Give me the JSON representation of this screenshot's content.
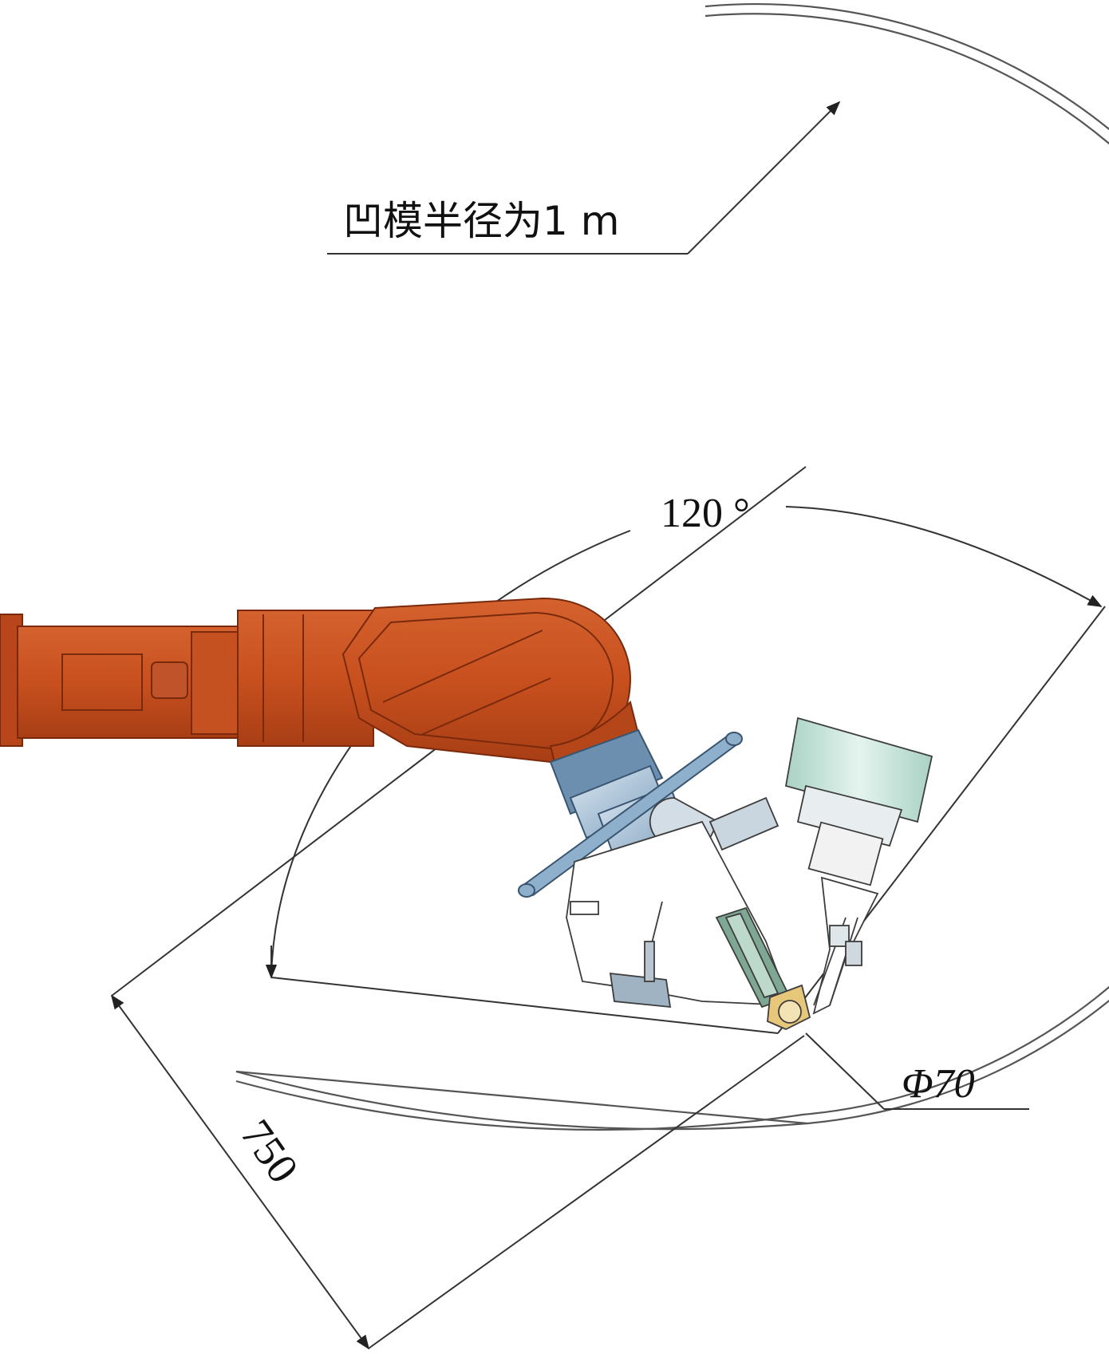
{
  "labels": {
    "die_radius": "凹模半径为1 m",
    "angle": "120 °",
    "diameter": "Φ70",
    "length": "750"
  },
  "colors": {
    "robot_orange": "#c8501e",
    "robot_orange_dark": "#9a3512",
    "flange_blue": "#8fb0cc",
    "tool_grey": "#b9c6cf",
    "motor_green": "#bfe0d4",
    "roller_yellow": "#e7c77a",
    "line": "#333333"
  },
  "icons": {
    "robot_arm": "robot-arm-icon",
    "end_effector": "end-effector-icon"
  }
}
